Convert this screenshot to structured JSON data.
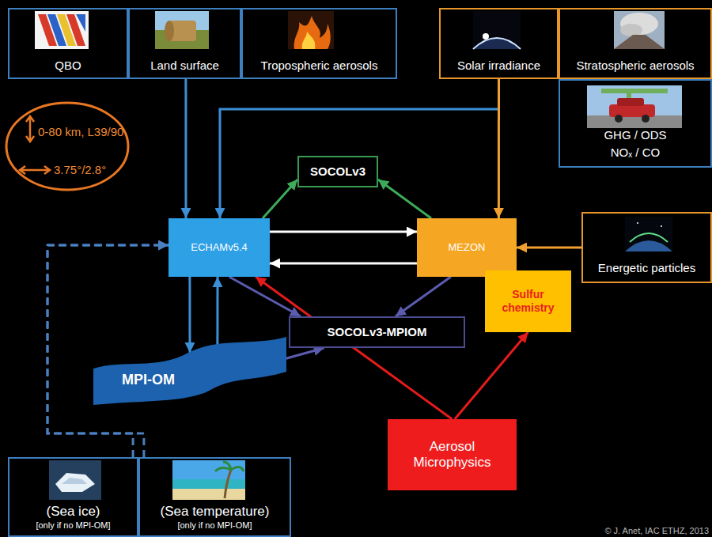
{
  "diagram": {
    "nodes": [
      {
        "text": [
          "QBO"
        ]
      },
      {
        "text": [
          "Land surface"
        ]
      },
      {
        "text": [
          "Tropospheric aerosols"
        ]
      },
      {
        "text": [
          "Solar irradiance"
        ]
      },
      {
        "text": [
          "Stratospheric aerosols"
        ]
      },
      {
        "text": [
          "GHG / ODS",
          "NOₓ / CO"
        ]
      },
      {
        "text": [
          "0-80 km, L39/90",
          "3.75°/2.8°"
        ]
      },
      {
        "text": [
          "SOCOLv3"
        ]
      },
      {
        "text": [
          "ECHAMv5.4"
        ]
      },
      {
        "text": [
          "MEZON"
        ]
      },
      {
        "text": [
          "Energetic particles"
        ]
      },
      {
        "text": [
          "Sulfur chemistry"
        ]
      },
      {
        "text": [
          "SOCOLv3-MPIOM"
        ]
      },
      {
        "text": [
          "MPI-OM"
        ]
      },
      {
        "text": [
          "Aerosol Microphysics"
        ]
      },
      {
        "text": [
          "(Sea ice)",
          "[only if no MPI-OM]"
        ]
      },
      {
        "text": [
          "(Sea temperature)",
          "[only if no MPI-OM]"
        ]
      }
    ],
    "edges": [
      {
        "from": 1,
        "to": 8,
        "arrow": "to"
      },
      {
        "from": 3,
        "to": 8,
        "arrow": "to"
      },
      {
        "from": 3,
        "to": 9,
        "arrow": "to"
      },
      {
        "from": 8,
        "to": 7,
        "arrow": "to"
      },
      {
        "from": 9,
        "to": 7,
        "arrow": "to"
      },
      {
        "from": 8,
        "to": 9,
        "arrow": "to"
      },
      {
        "from": 9,
        "to": 8,
        "arrow": "to"
      },
      {
        "from": 8,
        "to": 12,
        "arrow": "to"
      },
      {
        "from": 9,
        "to": 12,
        "arrow": "to"
      },
      {
        "from": 13,
        "to": 12,
        "arrow": "to"
      },
      {
        "from": 8,
        "to": 13,
        "arrow": "to"
      },
      {
        "from": 13,
        "to": 8,
        "arrow": "to"
      },
      {
        "from": 10,
        "to": 9,
        "arrow": "to"
      },
      {
        "from": 14,
        "to": 8,
        "arrow": "to"
      },
      {
        "from": 14,
        "to": 11,
        "arrow": "to"
      },
      {
        "from": 15,
        "to": 8,
        "arrow": "to"
      },
      {
        "from": 16,
        "to": 8,
        "arrow": "to"
      }
    ],
    "labels": [
      "© J. Anet, IAC ETHZ, 2013"
    ]
  }
}
